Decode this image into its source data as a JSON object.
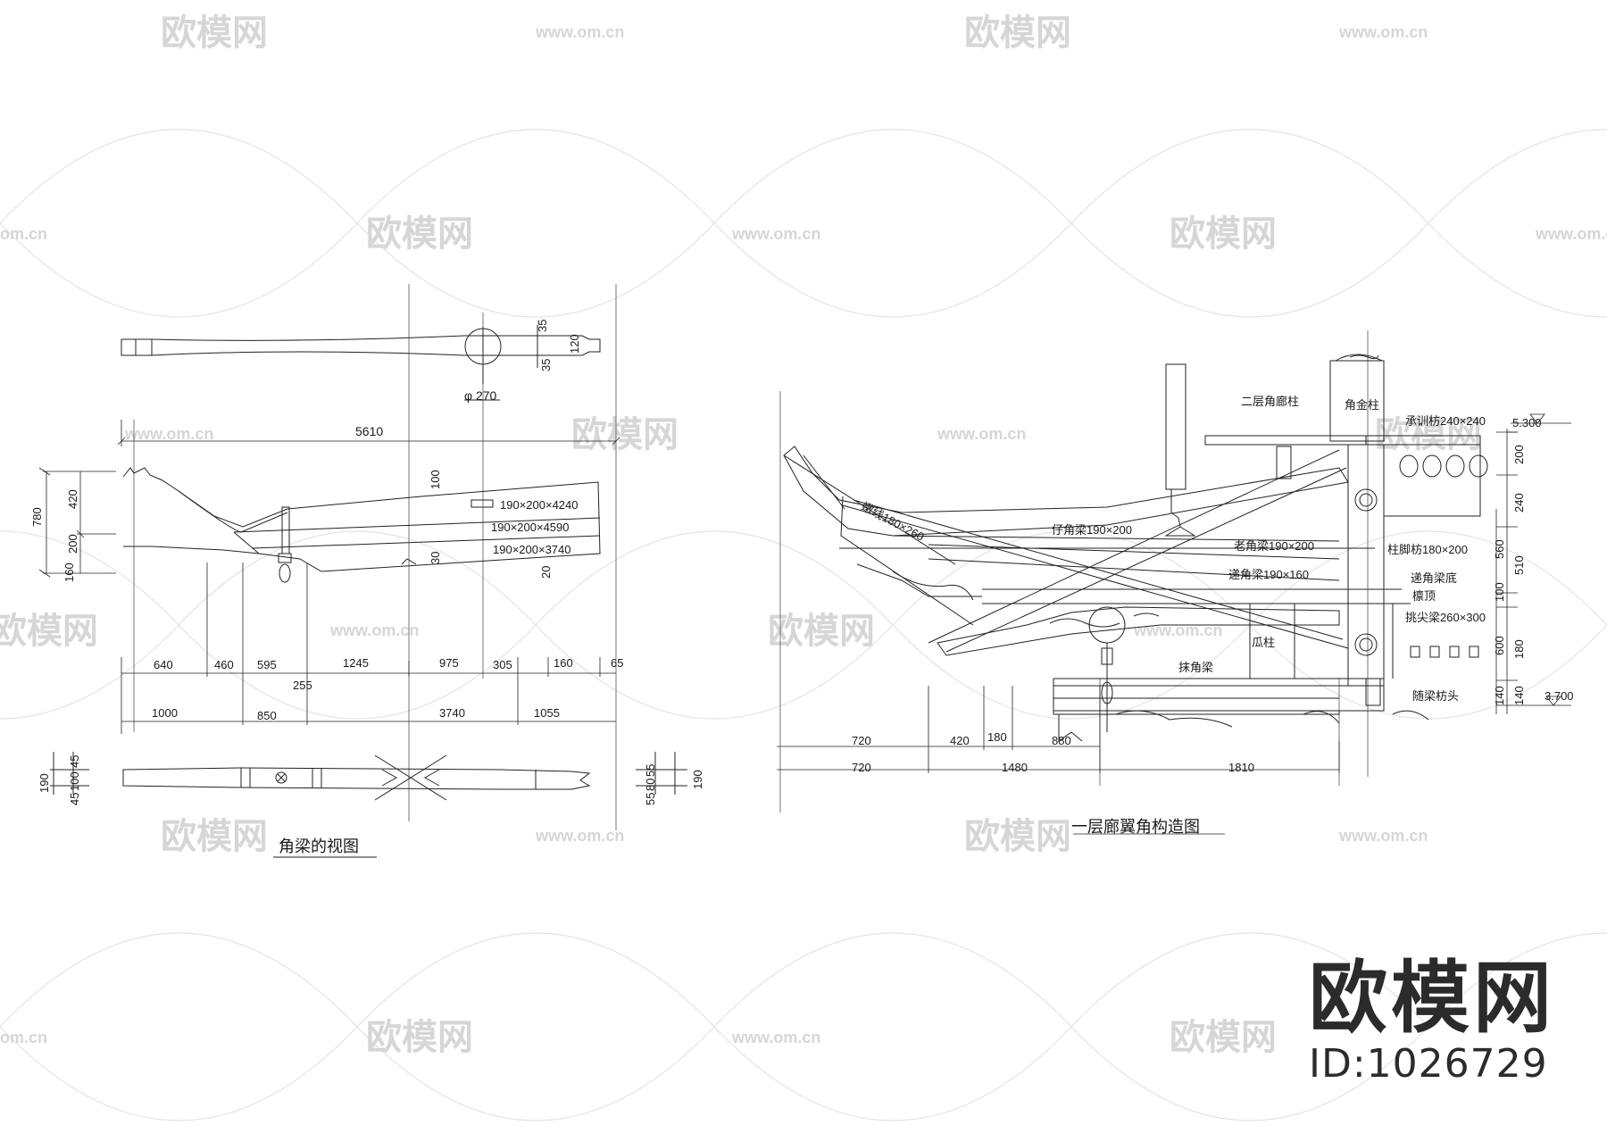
{
  "watermark": {
    "brand": "欧模网",
    "site": "www.om.cn",
    "site_short": "om.cn"
  },
  "brand_block": {
    "title": "欧模网",
    "id": "ID:1026729"
  },
  "left_drawing": {
    "title": "角梁的视图",
    "diameter": "φ 270",
    "top_right_dims": [
      "35",
      "120",
      "35"
    ],
    "overall": "5610",
    "height_dims": [
      "780",
      "420",
      "200",
      "160"
    ],
    "beam_labels": [
      "190×200×4240",
      "190×200×4590",
      "190×200×3740"
    ],
    "small_dims": [
      "100",
      "30",
      "20"
    ],
    "row1_dims": [
      "640",
      "460",
      "595",
      "1245",
      "975",
      "305",
      "160",
      "65"
    ],
    "under_dim": "255",
    "row2_dims": [
      "1000",
      "850",
      "3740",
      "1055"
    ],
    "section_left_dims": [
      "190",
      "45",
      "100",
      "45"
    ],
    "section_right_dims": [
      "55",
      "80",
      "55",
      "190"
    ]
  },
  "right_drawing": {
    "title": "一层廊翼角构造图",
    "labels": {
      "col2": "二层角廊柱",
      "corner_col": "角金柱",
      "cheng_fang": "承训枋240×240",
      "level_top": "5.300",
      "zhu_fang": "柱脚枋180×200",
      "lian_xian": "嫩线180×260",
      "zi_jiao": "仔角梁190×200",
      "lao_jiao": "老角梁190×200",
      "di_jiao": "递角梁190×160",
      "di_jiao_bottom": "递角梁底",
      "lin_ding": "檩顶",
      "tiao_jian": "挑尖梁260×300",
      "gua_zhu": "瓜柱",
      "mo_jiao": "抹角梁",
      "sui_liang": "随梁枋头",
      "level_bottom": "3.700"
    },
    "vert_dims": [
      "200",
      "240",
      "560",
      "510",
      "100",
      "600",
      "180",
      "140",
      "140"
    ],
    "row1_dims": [
      "720",
      "420",
      "180",
      "880"
    ],
    "row2_dims": [
      "720",
      "1480",
      "1810"
    ]
  }
}
